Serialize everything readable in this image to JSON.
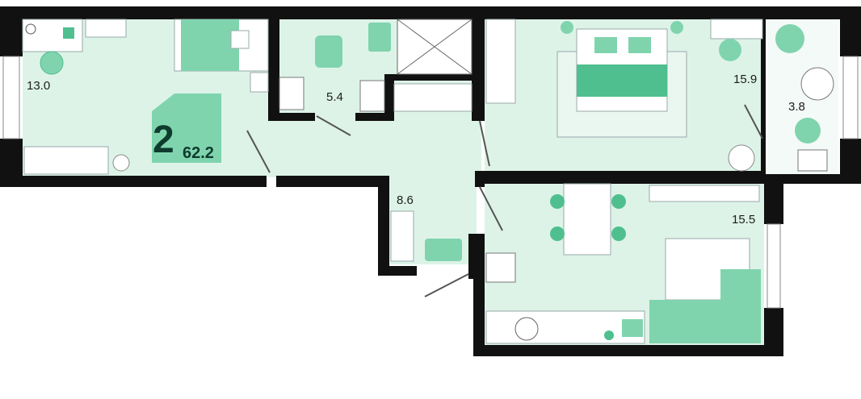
{
  "plan": {
    "rooms_count": "2",
    "total_area": "62.2",
    "colors": {
      "floor": "#ddf3e8",
      "wall": "#111111",
      "accent": "#7fd4ae",
      "accent_dark": "#4fbf8f",
      "badge": "#7fd4ae",
      "badge_text": "#0e3b2e"
    },
    "areas": [
      {
        "id": "bedroom-small",
        "label": "13.0"
      },
      {
        "id": "bathroom",
        "label": "5.4"
      },
      {
        "id": "bedroom-large",
        "label": "15.9"
      },
      {
        "id": "balcony",
        "label": "3.8"
      },
      {
        "id": "hallway",
        "label": "8.6"
      },
      {
        "id": "kitchen-living",
        "label": "15.5"
      }
    ]
  }
}
